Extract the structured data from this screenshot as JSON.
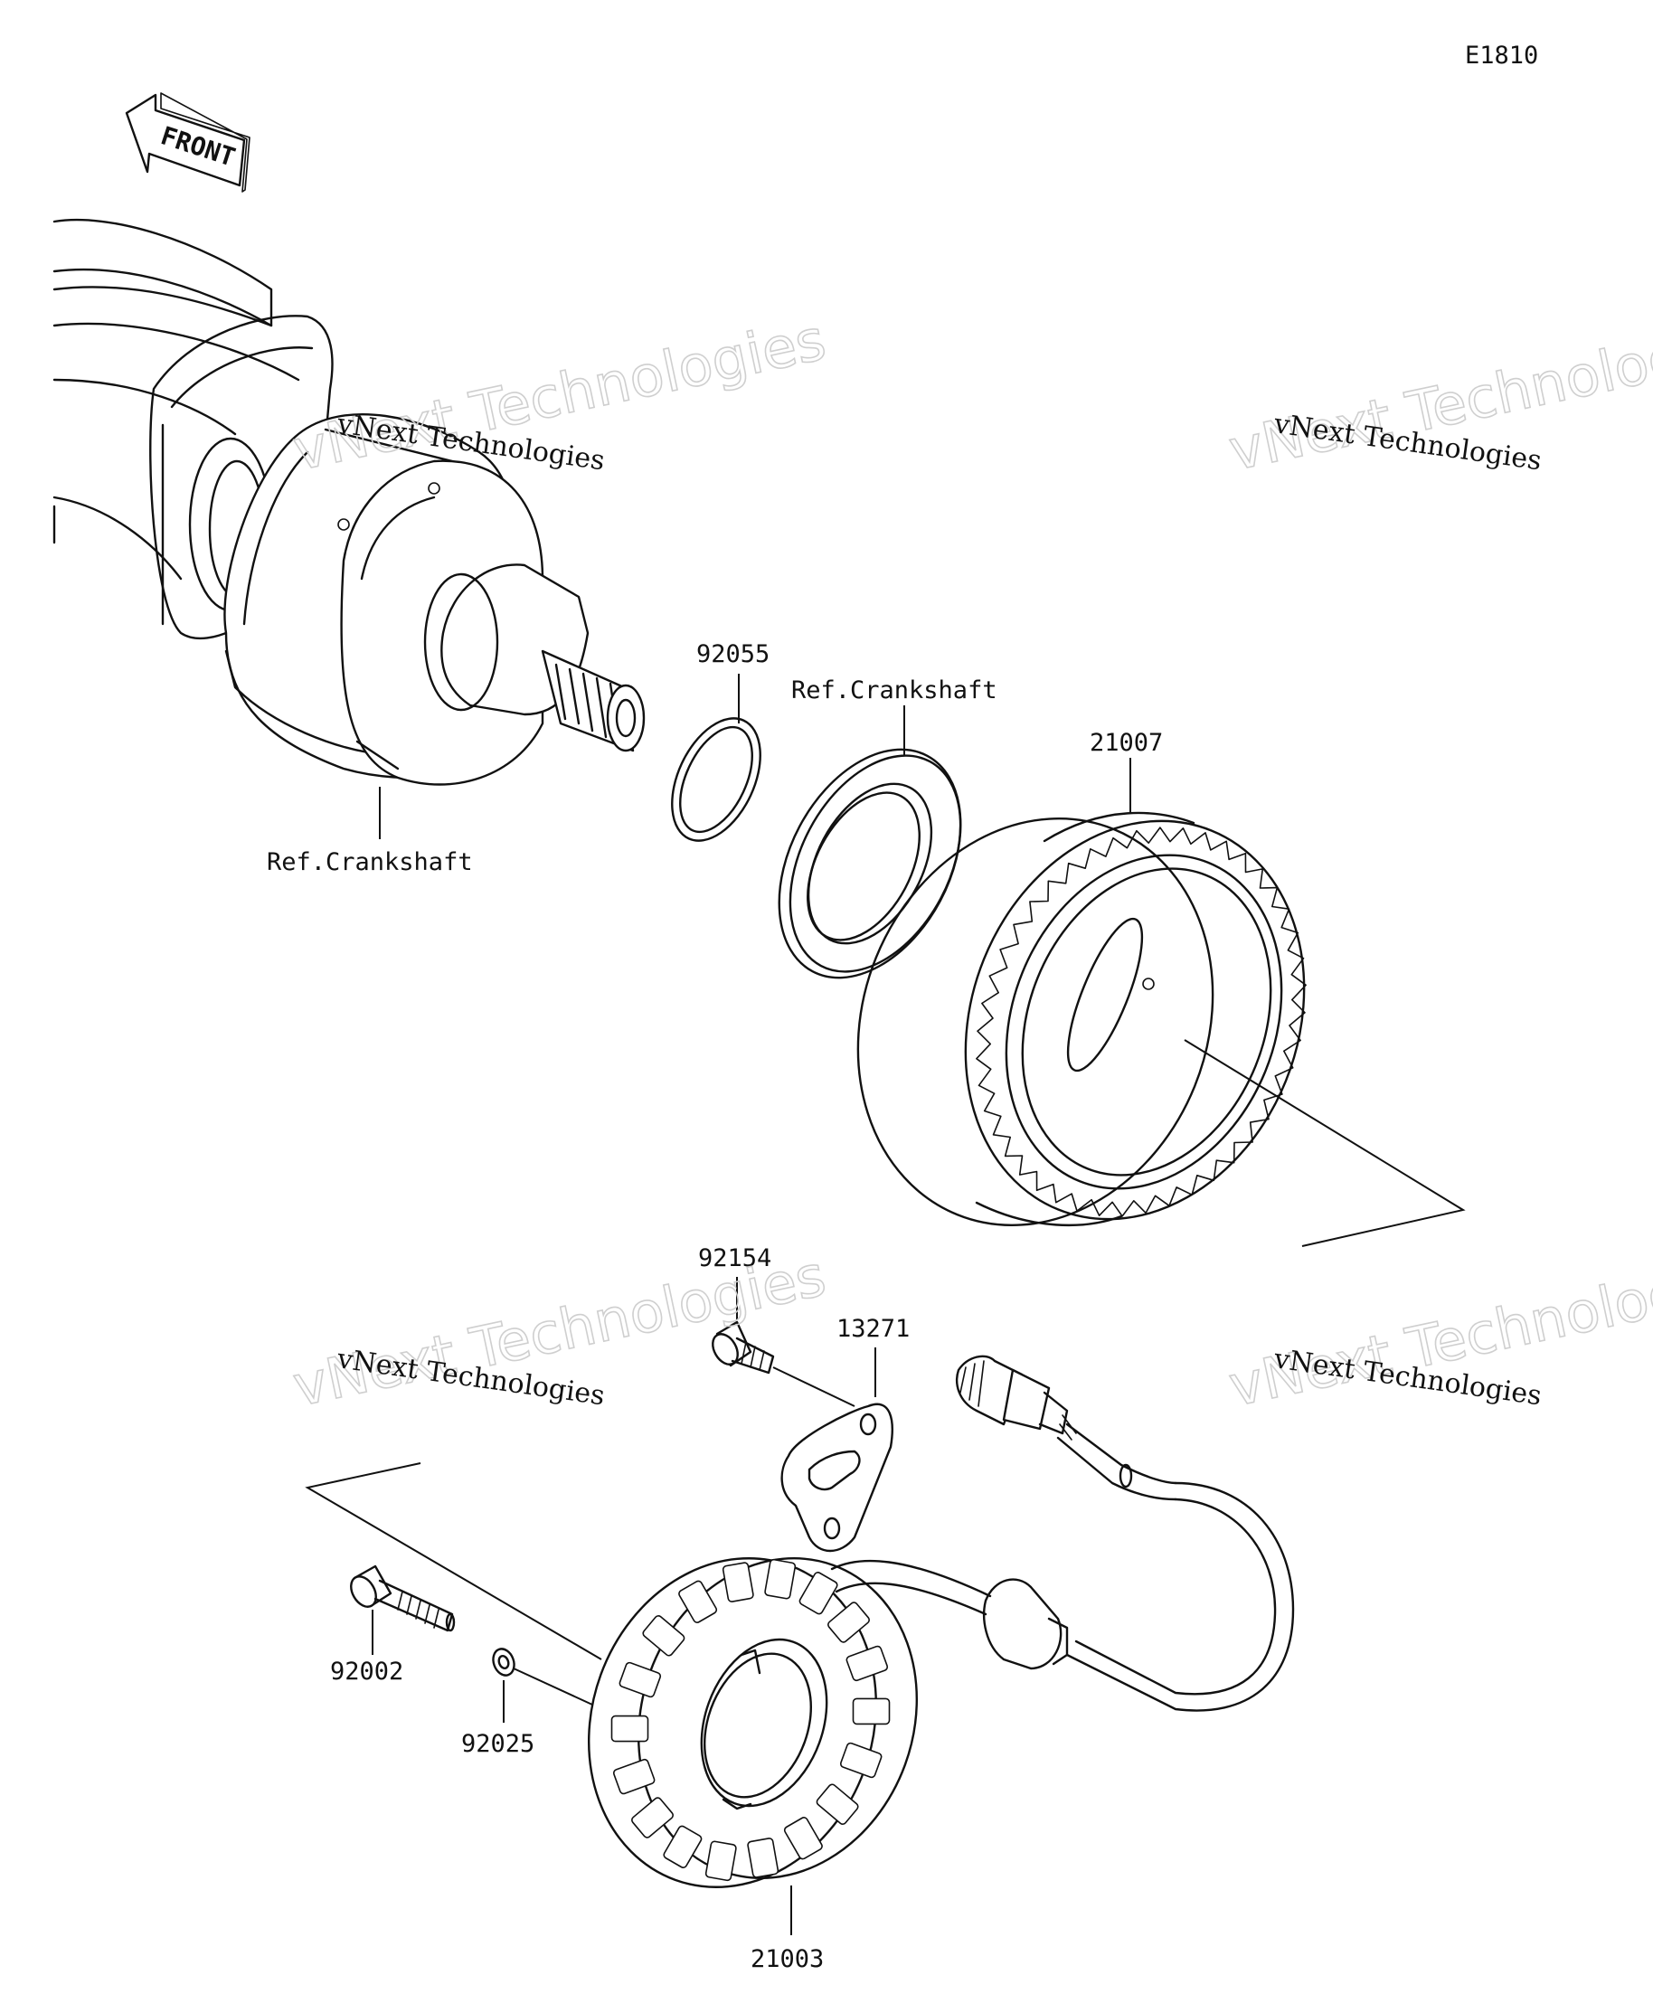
{
  "diagram_code": "E1810",
  "front_arrow_label": "FRONT",
  "part_labels": {
    "p92055": "92055",
    "ref_crankshaft_seal": "Ref.Crankshaft",
    "p21007": "21007",
    "ref_crankshaft": "Ref.Crankshaft",
    "p92154": "92154",
    "p13271": "13271",
    "p92002": "92002",
    "p92025": "92025",
    "p21003": "21003"
  },
  "watermarks": [
    {
      "line1": "vNext Technologies",
      "line2": "vNext Technologies"
    },
    {
      "line1": "vNext Technologies",
      "line2": "vNext Technologies"
    },
    {
      "line1": "vNext Technologies",
      "line2": "vNext Technologies"
    },
    {
      "line1": "vNext Technologies",
      "line2": "vNext Technologies"
    }
  ],
  "colors": {
    "line": "#111111",
    "watermark": "#cfcfcf",
    "background": "#ffffff"
  }
}
